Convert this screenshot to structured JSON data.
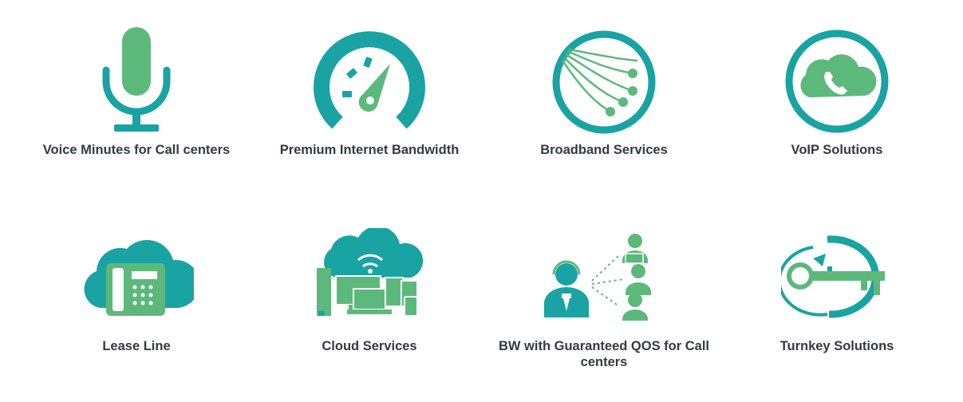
{
  "colors": {
    "teal": "#1aa3a3",
    "green": "#5cb97b",
    "text": "#333a45"
  },
  "services": [
    {
      "label": "Voice Minutes for Call centers",
      "icon": "microphone-icon"
    },
    {
      "label": "Premium Internet Bandwidth",
      "icon": "speedometer-icon"
    },
    {
      "label": "Broadband Services",
      "icon": "fiber-optic-icon"
    },
    {
      "label": "VoIP Solutions",
      "icon": "cloud-phone-icon"
    },
    {
      "label": "Lease Line",
      "icon": "cloud-telephone-icon"
    },
    {
      "label": "Cloud Services",
      "icon": "cloud-devices-icon"
    },
    {
      "label": "BW with Guaranteed QOS for Call centers",
      "icon": "call-center-agents-icon"
    },
    {
      "label": "Turnkey Solutions",
      "icon": "key-rotate-icon"
    }
  ]
}
